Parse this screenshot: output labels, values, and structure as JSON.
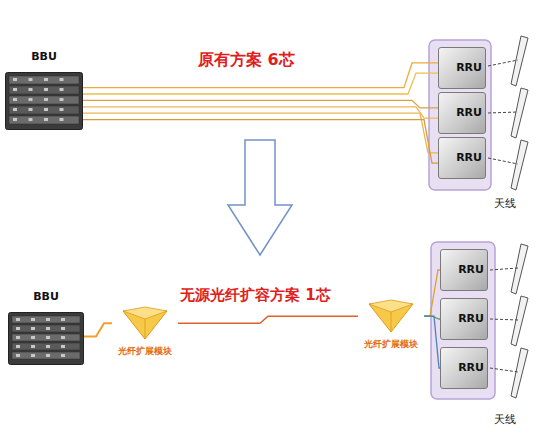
{
  "diagram": {
    "nodes": [
      {
        "text": [
          "BBU"
        ]
      },
      {
        "text": [
          "RRU"
        ]
      },
      {
        "text": [
          "RRU"
        ]
      },
      {
        "text": [
          "RRU"
        ]
      },
      {
        "text": [
          "BBU"
        ]
      },
      {
        "text": [
          "光纤扩展模块"
        ]
      },
      {
        "text": [
          "光纤扩展模块"
        ]
      },
      {
        "text": [
          "RRU"
        ]
      },
      {
        "text": [
          "RRU"
        ]
      },
      {
        "text": [
          "RRU"
        ]
      }
    ],
    "edges": [
      {
        "from": 0,
        "to": 1,
        "arrow": "none"
      },
      {
        "from": 0,
        "to": 1,
        "arrow": "none"
      },
      {
        "from": 0,
        "to": 2,
        "arrow": "none"
      },
      {
        "from": 0,
        "to": 2,
        "arrow": "none"
      },
      {
        "from": 0,
        "to": 3,
        "arrow": "none"
      },
      {
        "from": 0,
        "to": 3,
        "arrow": "none"
      },
      {
        "from": 4,
        "to": 5,
        "arrow": "none"
      },
      {
        "from": 5,
        "to": 6,
        "arrow": "none"
      },
      {
        "from": 6,
        "to": 7,
        "arrow": "none"
      },
      {
        "from": 6,
        "to": 8,
        "arrow": "none"
      },
      {
        "from": 6,
        "to": 9,
        "arrow": "none"
      }
    ],
    "labels": [
      "原有方案 6芯",
      "天线",
      "无源光纤扩容方案 1芯",
      "天线"
    ]
  }
}
